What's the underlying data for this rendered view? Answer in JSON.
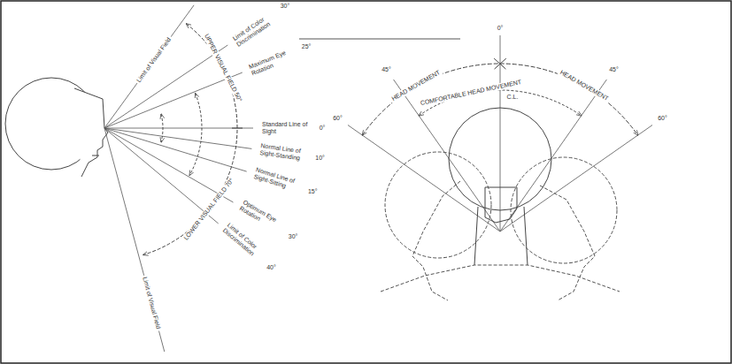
{
  "diagram": {
    "labels": [
      "Limit of Visual Field",
      "Limit of Color Discrimination",
      "30°",
      "Maximum Eye Rotation",
      "25°",
      "Standard Line of Sight",
      "0°",
      "Normal Line of Sight-Standing",
      "10°",
      "Normal Line of Sight-Sitting",
      "15°",
      "Optimum Eye Rotation",
      "30°",
      "Limit of Color Discrimination",
      "40°",
      "Limit of Visual Field",
      "UPPER VISUAL FIELD 50°",
      "LOWER VISUAL FIELD 70°",
      "0°",
      "HEAD MOVEMENT",
      "HEAD MOVEMENT",
      "COMFORTABLE HEAD MOVEMENT",
      "C.L.",
      "60°",
      "45°",
      "45°",
      "60°"
    ]
  }
}
